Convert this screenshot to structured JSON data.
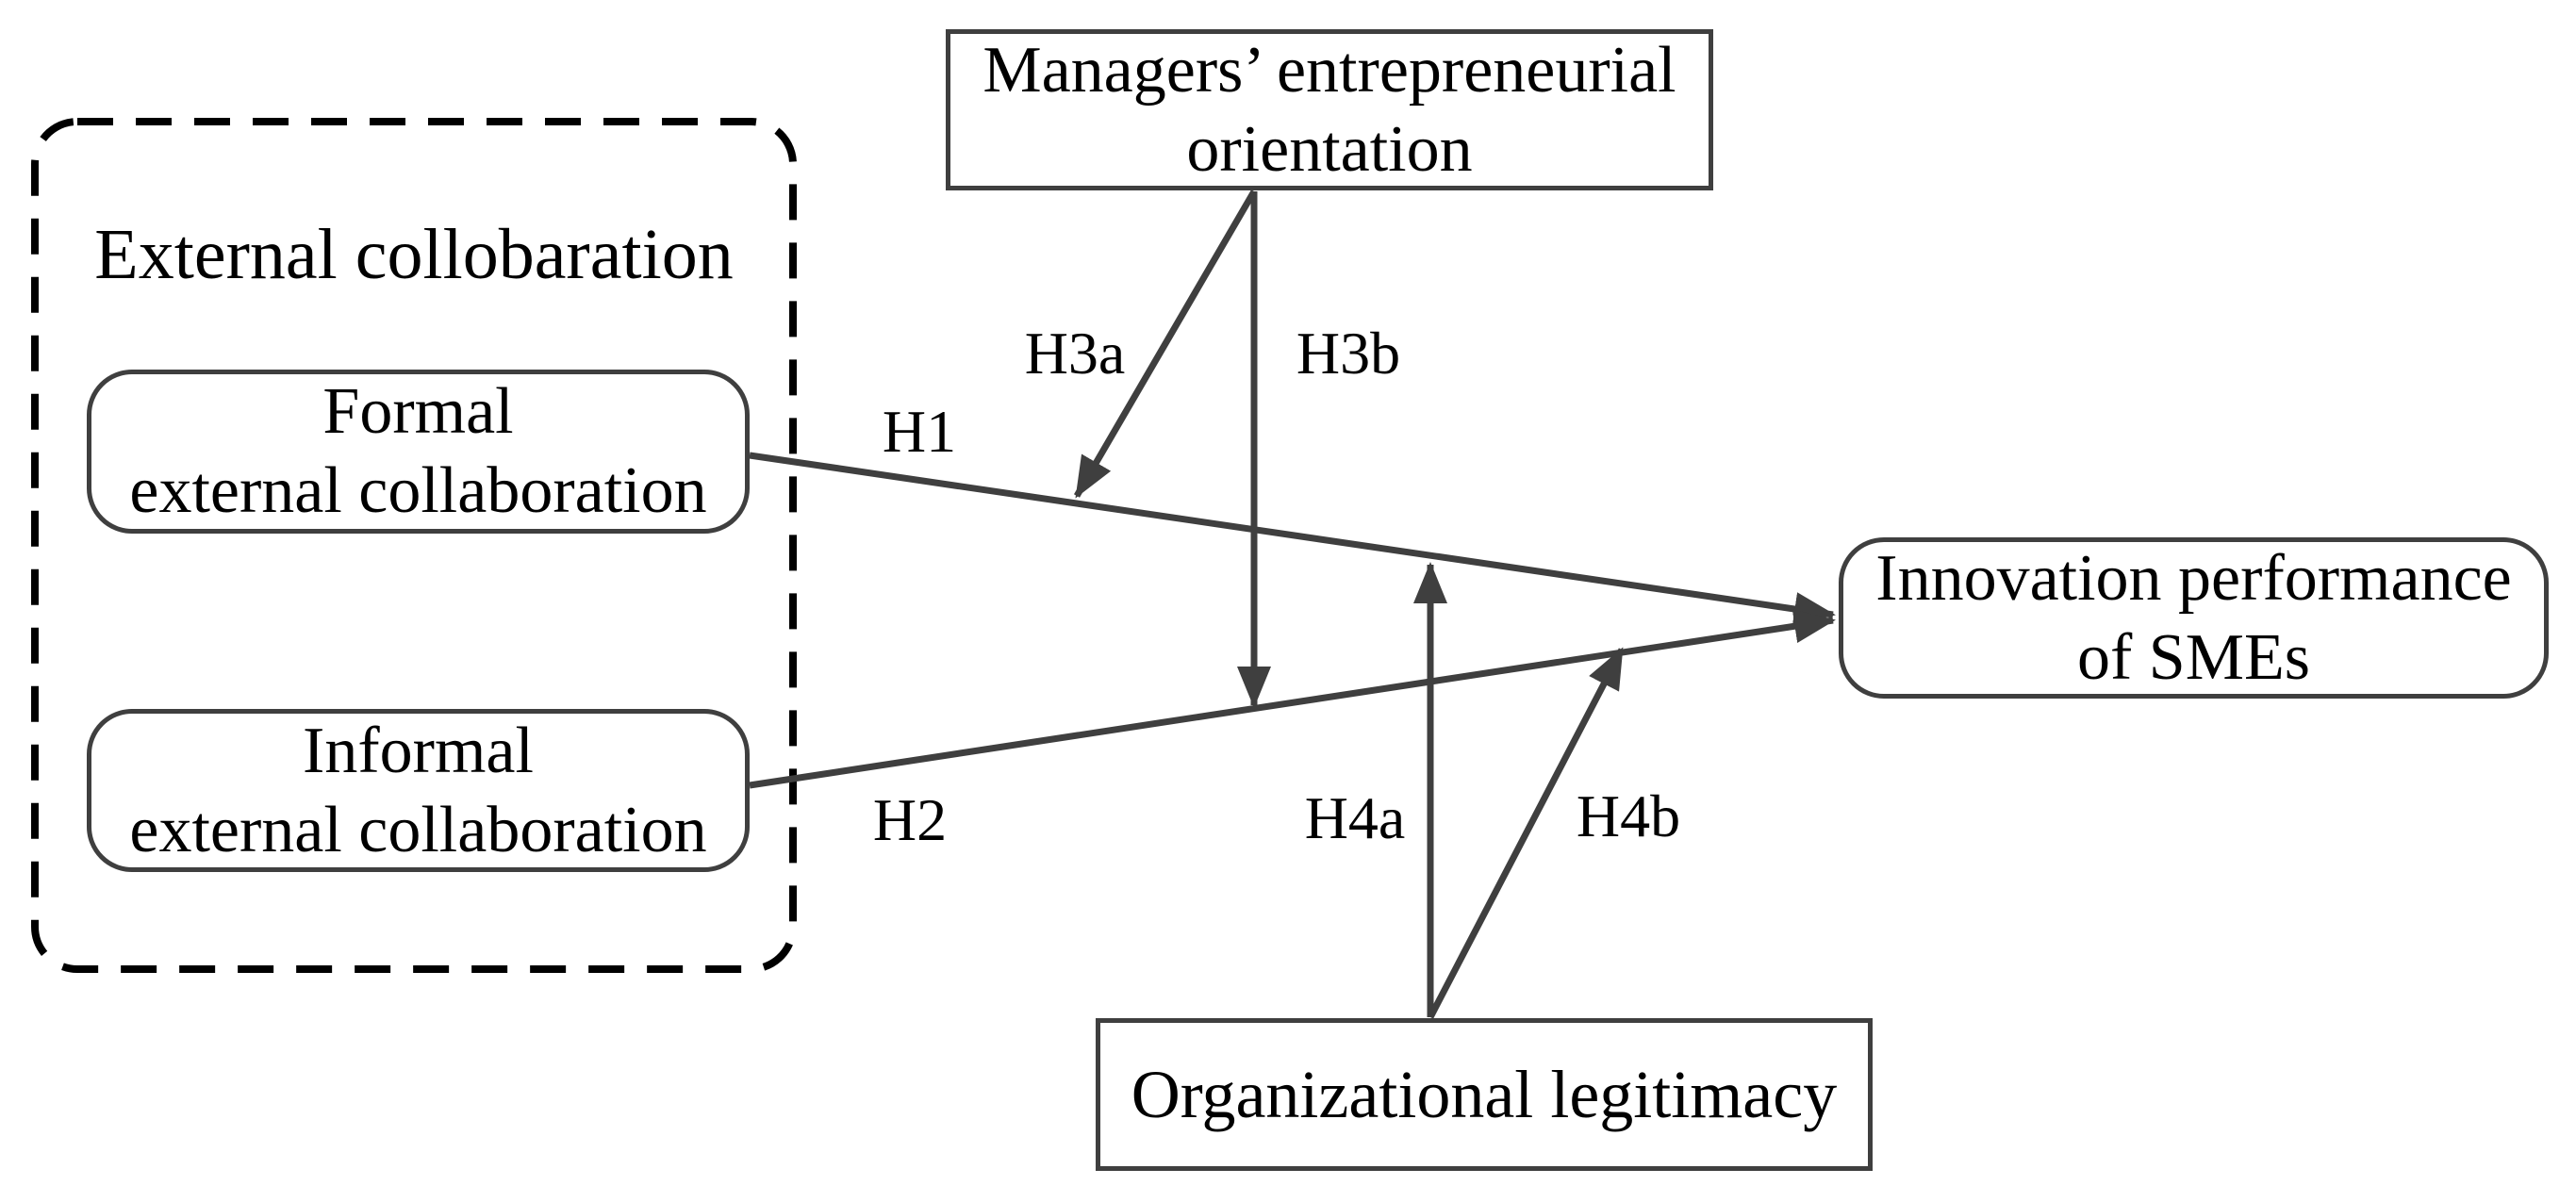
{
  "diagram": {
    "background": "#ffffff",
    "stroke_color": "#3f3f3f",
    "dashed_border_color": "#000000",
    "text_color": "#000000",
    "group": {
      "title": "External collobaration"
    },
    "nodes": {
      "meo": {
        "line1": "Managers’ entrepreneurial",
        "line2": "orientation"
      },
      "formal": {
        "line1": "Formal",
        "line2": "external collaboration"
      },
      "informal": {
        "line1": "Informal",
        "line2": "external collaboration"
      },
      "innovation": {
        "line1": "Innovation performance",
        "line2": "of SMEs"
      },
      "legitimacy": {
        "line1": "Organizational legitimacy"
      }
    },
    "edges": {
      "h1": {
        "label": "H1",
        "from": "formal-external-collaboration",
        "to": "innovation-performance-of-smes"
      },
      "h2": {
        "label": "H2",
        "from": "informal-external-collaboration",
        "to": "innovation-performance-of-smes"
      },
      "h3a": {
        "label": "H3a",
        "from": "managers-entrepreneurial-orientation",
        "to": "h1-path"
      },
      "h3b": {
        "label": "H3b",
        "from": "managers-entrepreneurial-orientation",
        "to": "h2-path"
      },
      "h4a": {
        "label": "H4a",
        "from": "organizational-legitimacy",
        "to": "h1-path"
      },
      "h4b": {
        "label": "H4b",
        "from": "organizational-legitimacy",
        "to": "h2-path"
      }
    }
  }
}
